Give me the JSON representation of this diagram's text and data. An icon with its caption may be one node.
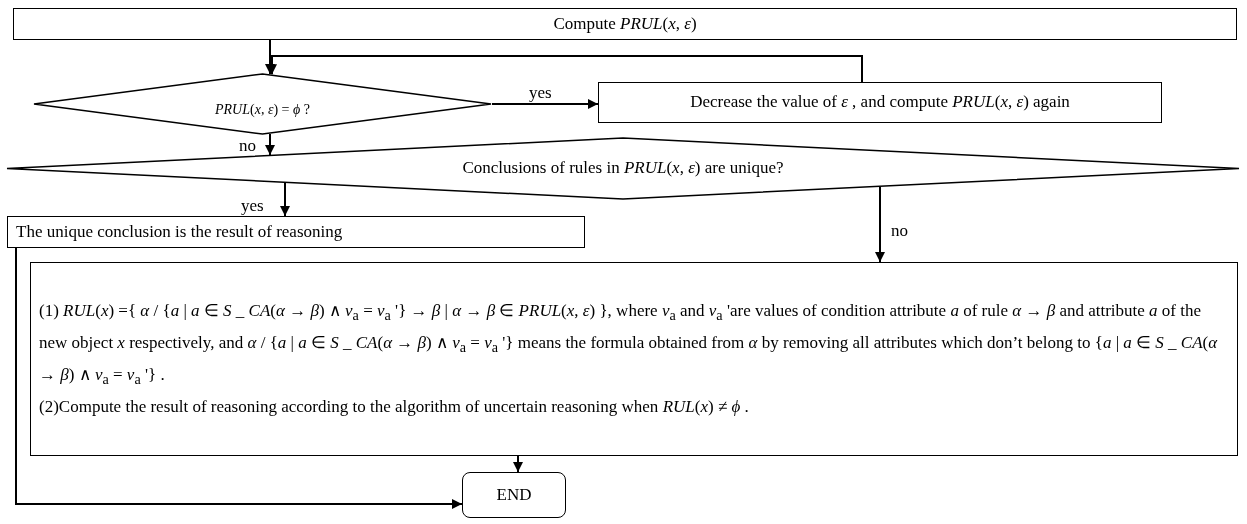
{
  "diagram": {
    "nodes": [
      {
        "text": [
          "Compute *PRUL*(*x*, *ε*)"
        ]
      },
      {
        "text": [
          "*PRUL*(*x*, *ε*) = *ϕ* ?"
        ]
      },
      {
        "text": [
          "Decrease the value of *ε* , and compute *PRUL*(*x*, *ε*)  again"
        ]
      },
      {
        "text": [
          "Conclusions of rules in *PRUL*(*x*, *ε*) are unique?"
        ]
      },
      {
        "text": [
          "The unique conclusion is the result of reasoning"
        ]
      },
      {
        "text": [
          "(1) *RUL*(*x*) ={ *α* / {*a* | *a* ∈ *S* _ *CA*(*α* → *β*) ∧ *v*$_{a}$ = *v*$_{a}$ '} → *β* | *α* → *β* ∈ *PRUL*(*x*, *ε*) }, where *v*$_{a}$ and *v*$_{a}$ 'are values of condition attribute *a* of rule *α* → *β* and attribute *a* of the new object *x* respectively, and *α* / {*a* | *a* ∈ *S* _ *CA*(*α* → *β*) ∧ *v*$_{a}$ = *v*$_{a}$ '} means the formula obtained from *α* by removing all attributes which don’t belong to {*a* | *a* ∈ *S* _ *CA*(*α* → *β*) ∧ *v*$_{a}$ = *v*$_{a}$ '} .",
          "(2)Compute the result of reasoning according to the algorithm of uncertain reasoning when *RUL*(*x*) ≠ *ϕ* ."
        ]
      },
      {
        "text": [
          "END"
        ]
      }
    ],
    "edges": [
      {
        "from": 0,
        "to": 1,
        "arrow": "to"
      },
      {
        "from": 1,
        "to": 2,
        "arrow": "to",
        "label": "yes"
      },
      {
        "from": 2,
        "to": 1,
        "arrow": "to"
      },
      {
        "from": 1,
        "to": 3,
        "arrow": "to",
        "label": "no"
      },
      {
        "from": 3,
        "to": 4,
        "arrow": "to",
        "label": "yes"
      },
      {
        "from": 3,
        "to": 5,
        "arrow": "to",
        "label": "no"
      },
      {
        "from": 5,
        "to": 6,
        "arrow": "to"
      },
      {
        "from": 4,
        "to": 6,
        "arrow": "to"
      }
    ]
  }
}
